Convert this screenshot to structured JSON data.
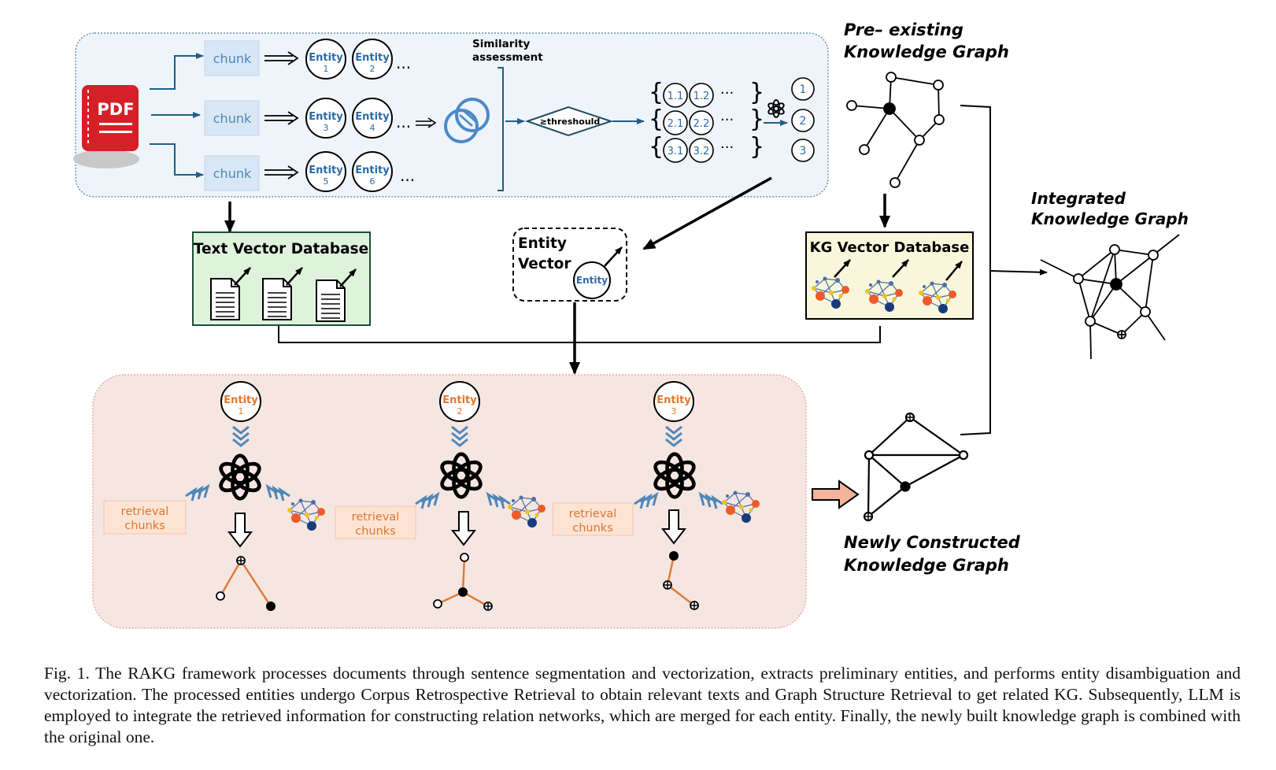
{
  "diagram": {
    "pdf_label": "PDF",
    "chunk_label": "chunk",
    "entity_label": "Entity",
    "entity_numbers": [
      "1",
      "2",
      "3",
      "4",
      "5",
      "6"
    ],
    "ellipsis": "...",
    "similarity_label": [
      "Similarity",
      "assessment"
    ],
    "threshold_label": "≥threshould",
    "cluster_rows": [
      {
        "items": [
          "1.1",
          "1.2"
        ],
        "result": "1"
      },
      {
        "items": [
          "2.1",
          "2.2"
        ],
        "result": "2"
      },
      {
        "items": [
          "3.1",
          "3.2"
        ],
        "result": "3"
      }
    ],
    "cluster_dots": "···",
    "text_vector_db_title": "Text Vector Database",
    "entity_vector_title": [
      "Entity",
      "Vector"
    ],
    "entity_vector_circle_label": "Entity",
    "kg_vector_db_title": "KG Vector Database",
    "pre_existing_kg_title": [
      "Pre– existing",
      "Knowledge Graph"
    ],
    "integrated_kg_title": [
      "Integrated",
      "Knowledge Graph"
    ],
    "newly_constructed_kg_title": [
      "Newly Constructed",
      "Knowledge Graph"
    ],
    "retrieval_chunks_label": [
      "retrieval",
      "chunks"
    ],
    "bottom_entities": [
      "1",
      "2",
      "3"
    ]
  },
  "caption": "Fig. 1.   The RAKG framework processes documents through sentence segmentation and vectorization, extracts preliminary entities, and performs entity disambiguation and vectorization. The processed entities undergo Corpus Retrospective Retrieval to obtain relevant texts and Graph Structure Retrieval to get related KG. Subsequently, LLM is employed to integrate the retrieved information for constructing relation networks, which are merged for each entity. Finally, the newly built knowledge graph is combined with the original one.",
  "colors": {
    "top_panel_bg": "#eef4fa",
    "top_panel_border": "#4a7ea8",
    "chunk_bg": "#d8e7f5",
    "chunk_text": "#4f87b8",
    "entity_blue": "#2a6aa8",
    "pdf_red": "#d62027",
    "text_db_bg": "#dff3dc",
    "text_db_border": "#1f4d3a",
    "kg_db_bg": "#f8f7dc",
    "bottom_panel_bg": "#f6e6e1",
    "bottom_panel_border": "#e5a08f",
    "entity_orange": "#e8772a",
    "retrieval_bg": "#fde3d3",
    "retrieval_text": "#d9792f",
    "edge_orange": "#e07b39",
    "node_navy": "#183c7a",
    "node_red": "#ef5a28",
    "node_yellow": "#f0c419"
  },
  "icons": [
    "pdf-icon",
    "overlap-circles-icon",
    "llm-logo-icon",
    "document-icon",
    "mini-graph-icon"
  ]
}
